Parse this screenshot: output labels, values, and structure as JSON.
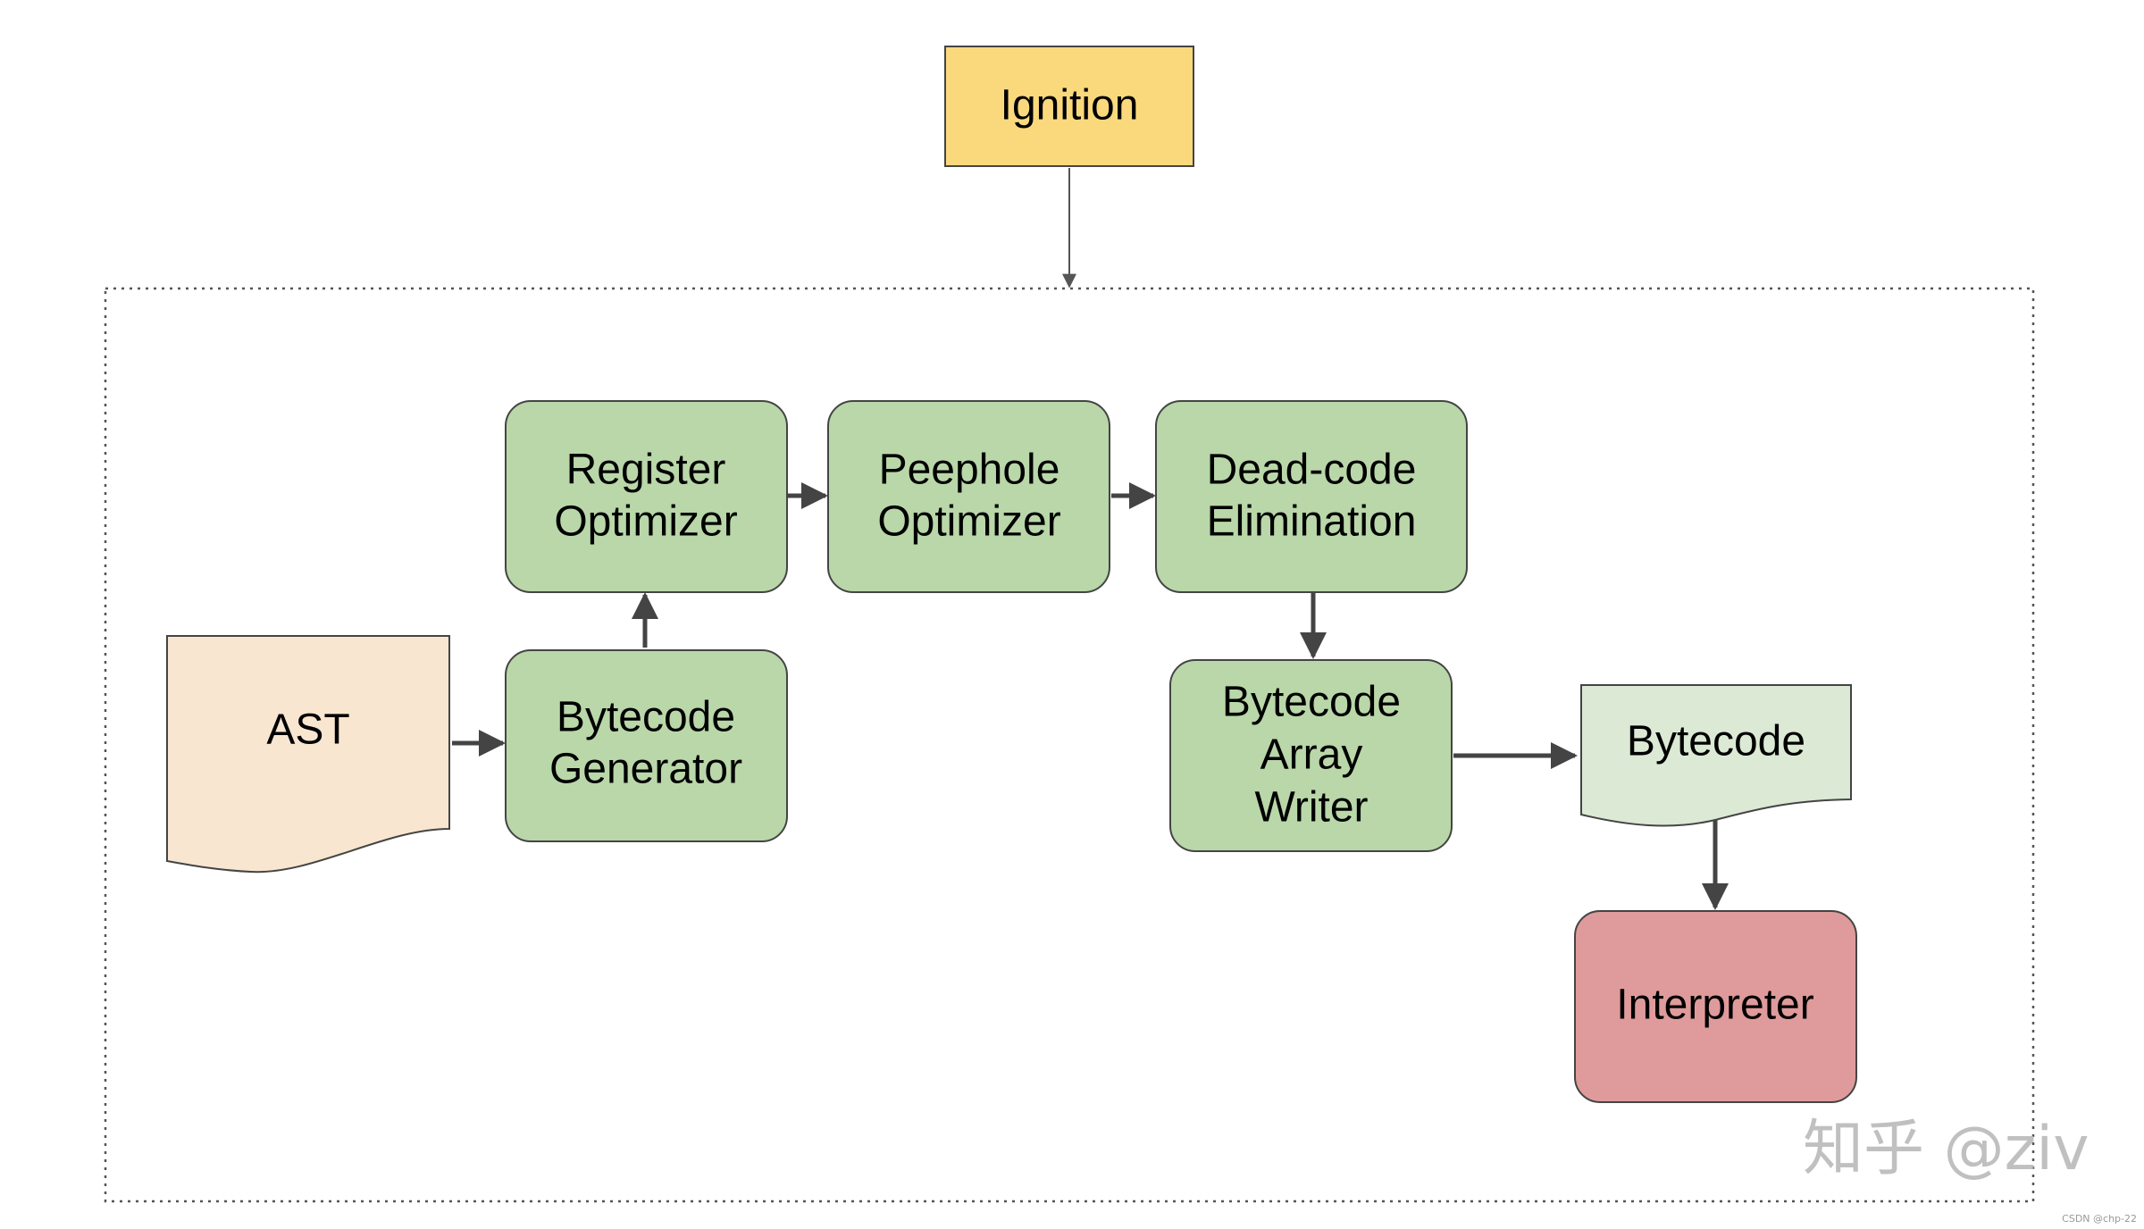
{
  "diagram": {
    "title": "Ignition",
    "nodes": [
      {
        "id": "ast",
        "lines": [
          "AST"
        ],
        "shape": "document",
        "color": "#f9e6d0"
      },
      {
        "id": "bytecode-generator",
        "lines": [
          "Bytecode",
          "Generator"
        ],
        "shape": "rounded",
        "color": "#b9d7a9"
      },
      {
        "id": "register-optimizer",
        "lines": [
          "Register",
          "Optimizer"
        ],
        "shape": "rounded",
        "color": "#b9d7a9"
      },
      {
        "id": "peephole-optimizer",
        "lines": [
          "Peephole",
          "Optimizer"
        ],
        "shape": "rounded",
        "color": "#b9d7a9"
      },
      {
        "id": "dead-code-elimination",
        "lines": [
          "Dead-code",
          "Elimination"
        ],
        "shape": "rounded",
        "color": "#b9d7a9"
      },
      {
        "id": "bytecode-array-writer",
        "lines": [
          "Bytecode",
          "Array",
          "Writer"
        ],
        "shape": "rounded",
        "color": "#b9d7a9"
      },
      {
        "id": "bytecode",
        "lines": [
          "Bytecode"
        ],
        "shape": "document",
        "color": "#dbe9d5"
      },
      {
        "id": "interpreter",
        "lines": [
          "Interpreter"
        ],
        "shape": "rounded",
        "color": "#df9b9b"
      }
    ],
    "edges": [
      {
        "from": "ignition",
        "to": "container"
      },
      {
        "from": "ast",
        "to": "bytecode-generator"
      },
      {
        "from": "bytecode-generator",
        "to": "register-optimizer"
      },
      {
        "from": "register-optimizer",
        "to": "peephole-optimizer"
      },
      {
        "from": "peephole-optimizer",
        "to": "dead-code-elimination"
      },
      {
        "from": "dead-code-elimination",
        "to": "bytecode-array-writer"
      },
      {
        "from": "bytecode-array-writer",
        "to": "bytecode"
      },
      {
        "from": "bytecode",
        "to": "interpreter"
      }
    ],
    "title_color": "#fad97d",
    "stroke_color": "#444444"
  },
  "watermark": "知乎 @ziv",
  "credit": "CSDN @chp-22"
}
